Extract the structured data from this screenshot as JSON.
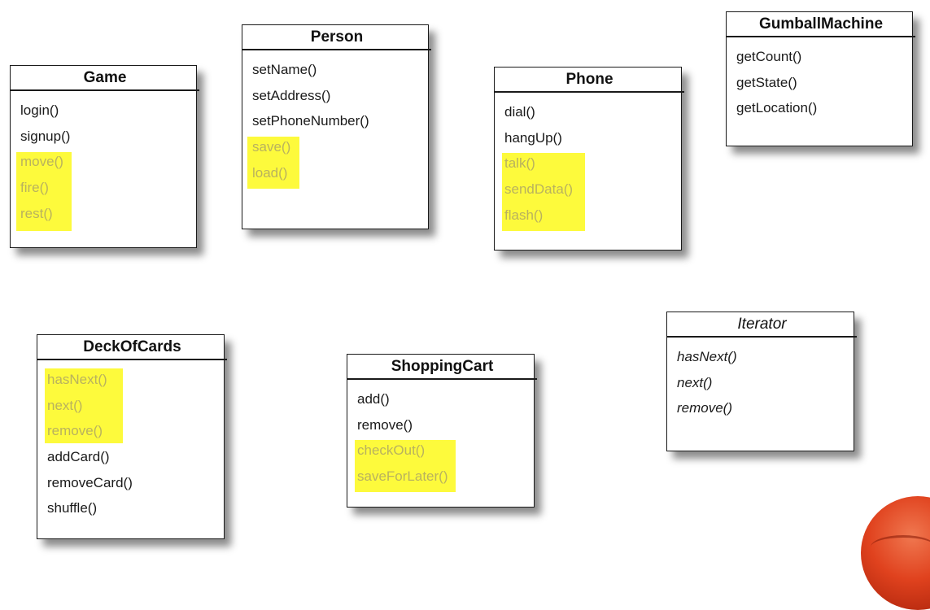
{
  "classes": {
    "game": {
      "name": "Game",
      "methods": [
        {
          "label": "login()",
          "highlighted": false
        },
        {
          "label": "signup()",
          "highlighted": false
        },
        {
          "label": "move()",
          "highlighted": true
        },
        {
          "label": "fire()",
          "highlighted": true
        },
        {
          "label": "rest()",
          "highlighted": true
        }
      ]
    },
    "person": {
      "name": "Person",
      "methods": [
        {
          "label": "setName()",
          "highlighted": false
        },
        {
          "label": "setAddress()",
          "highlighted": false
        },
        {
          "label": "setPhoneNumber()",
          "highlighted": false
        },
        {
          "label": "save()",
          "highlighted": true
        },
        {
          "label": "load()",
          "highlighted": true
        }
      ]
    },
    "phone": {
      "name": "Phone",
      "methods": [
        {
          "label": "dial()",
          "highlighted": false
        },
        {
          "label": "hangUp()",
          "highlighted": false
        },
        {
          "label": "talk()",
          "highlighted": true
        },
        {
          "label": "sendData()",
          "highlighted": true
        },
        {
          "label": "flash()",
          "highlighted": true
        }
      ]
    },
    "gumball_machine": {
      "name": "GumballMachine",
      "methods": [
        {
          "label": "getCount()",
          "highlighted": false
        },
        {
          "label": "getState()",
          "highlighted": false
        },
        {
          "label": "getLocation()",
          "highlighted": false
        }
      ]
    },
    "deck_of_cards": {
      "name": "DeckOfCards",
      "methods": [
        {
          "label": "hasNext()",
          "highlighted": true
        },
        {
          "label": "next()",
          "highlighted": true
        },
        {
          "label": "remove()",
          "highlighted": true
        },
        {
          "label": "addCard()",
          "highlighted": false
        },
        {
          "label": "removeCard()",
          "highlighted": false
        },
        {
          "label": "shuffle()",
          "highlighted": false
        }
      ]
    },
    "shopping_cart": {
      "name": "ShoppingCart",
      "methods": [
        {
          "label": "add()",
          "highlighted": false
        },
        {
          "label": "remove()",
          "highlighted": false
        },
        {
          "label": "checkOut()",
          "highlighted": true
        },
        {
          "label": "saveForLater()",
          "highlighted": true
        }
      ]
    },
    "iterator": {
      "name": "Iterator",
      "italic": true,
      "methods": [
        {
          "label": "hasNext()",
          "highlighted": false
        },
        {
          "label": "next()",
          "highlighted": false
        },
        {
          "label": "remove()",
          "highlighted": false
        }
      ]
    }
  },
  "colors": {
    "highlight_fill": "#fdfa3c",
    "highlight_text": "#b9b25e",
    "border": "#1a1a1a"
  }
}
